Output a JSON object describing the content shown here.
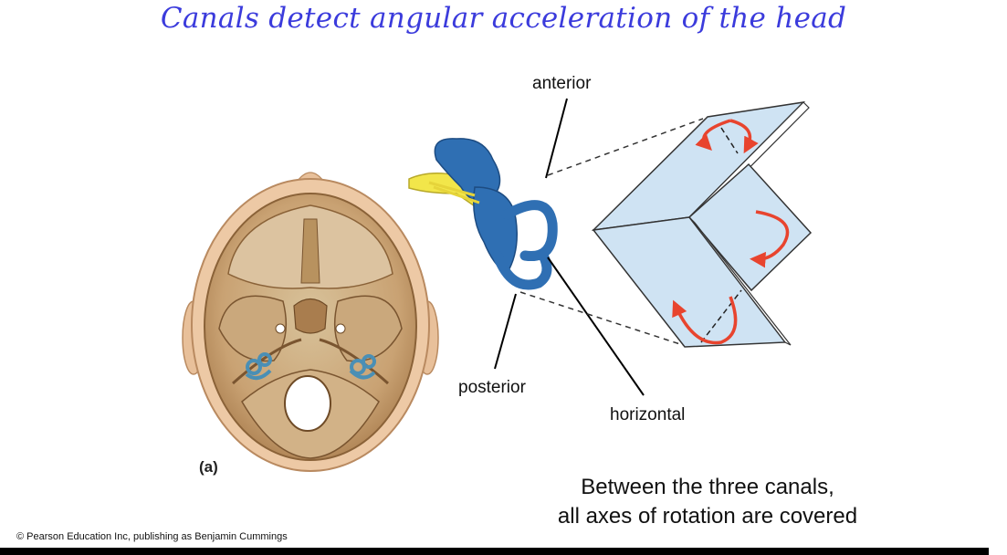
{
  "title": "Canals detect angular acceleration of the head",
  "labels": {
    "anterior": "anterior",
    "posterior": "posterior",
    "horizontal": "horizontal",
    "panel": "(a)"
  },
  "caption": {
    "line1": "Between the three canals,",
    "line2": "all axes of rotation are covered"
  },
  "copyright": "Pearson Education Inc, publishing as Benjamin Cummings",
  "copyright_symbol": "©",
  "colors": {
    "title": "#3b3bdc",
    "canal_blue": "#2f6fb3",
    "nerve_yellow": "#f2e64a",
    "plane_fill": "#cfe3f3",
    "arrow_red": "#e8442e",
    "skull_tan": "#dcb68c"
  }
}
